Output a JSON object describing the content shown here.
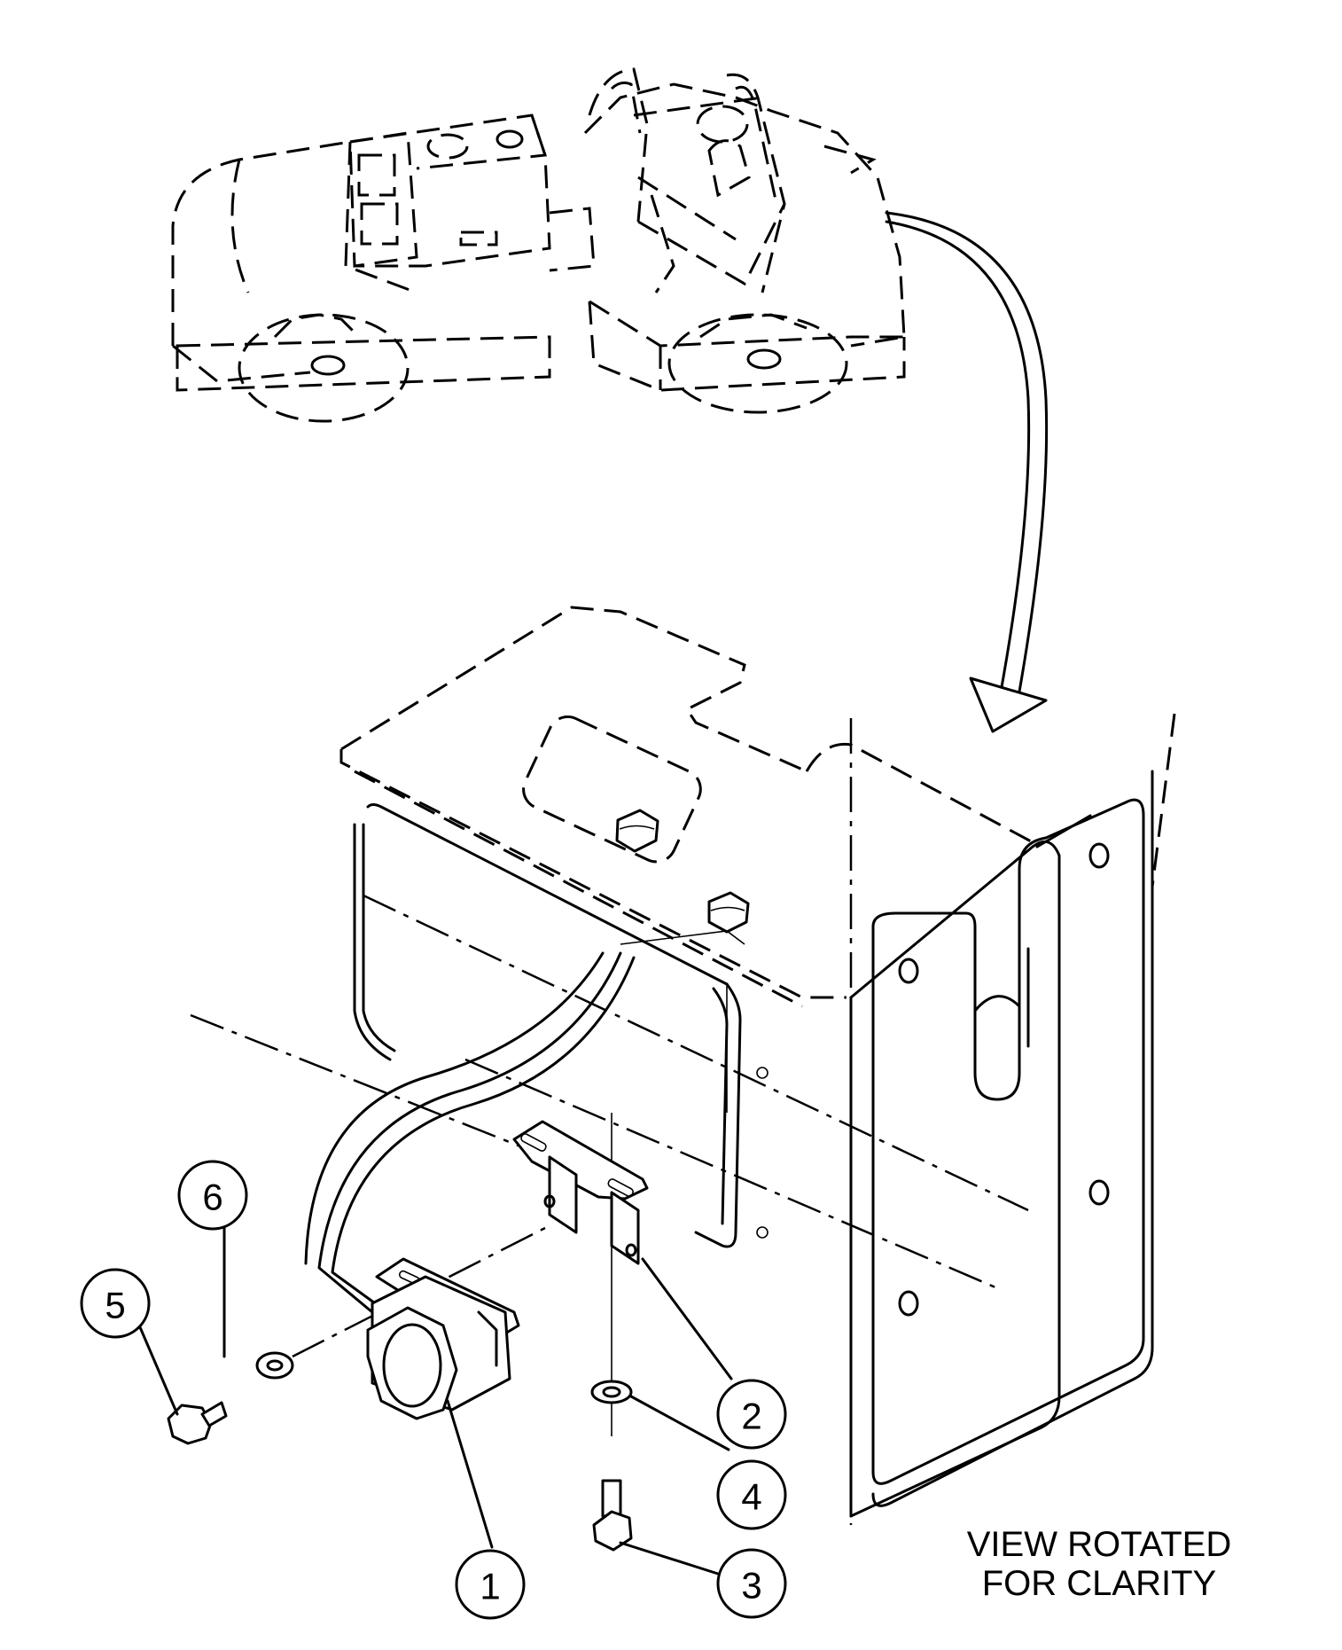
{
  "callouts": [
    {
      "id": "1",
      "label": "1"
    },
    {
      "id": "2",
      "label": "2"
    },
    {
      "id": "3",
      "label": "3"
    },
    {
      "id": "4",
      "label": "4"
    },
    {
      "id": "5",
      "label": "5"
    },
    {
      "id": "6",
      "label": "6"
    }
  ],
  "note": {
    "line1": "VIEW ROTATED",
    "line2": "FOR CLARITY"
  }
}
